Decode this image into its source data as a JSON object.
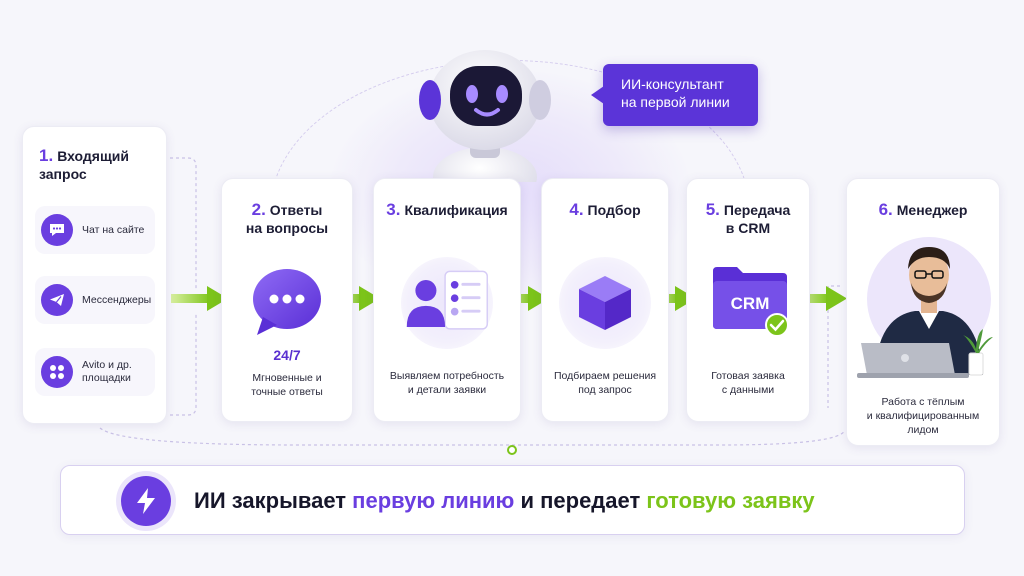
{
  "bubble": {
    "line1": "ИИ-консультант",
    "line2": "на первой линии"
  },
  "step1": {
    "num": "1.",
    "title_line1": "Входящий",
    "title_line2": "запрос",
    "channels": [
      {
        "label_line1": "Чат на сайте",
        "label_line2": "",
        "icon": "chat-icon"
      },
      {
        "label_line1": "Мессенджеры",
        "label_line2": "",
        "icon": "paper-plane-icon"
      },
      {
        "label_line1": "Avito и др.",
        "label_line2": "площадки",
        "icon": "apps-icon"
      }
    ]
  },
  "steps": [
    {
      "num": "2.",
      "title_line1": "Ответы",
      "title_line2": "на вопросы",
      "metric": "24/7",
      "desc_line1": "Мгновенные и",
      "desc_line2": "точные ответы",
      "icon": "speech-bubble-icon"
    },
    {
      "num": "3.",
      "title_line1": "Квалификация",
      "title_line2": "",
      "desc_line1": "Выявляем потребность",
      "desc_line2": "и детали заявки",
      "icon": "user-checklist-icon"
    },
    {
      "num": "4.",
      "title_line1": "Подбор",
      "title_line2": "",
      "desc_line1": "Подбираем решения",
      "desc_line2": "под запрос",
      "icon": "cube-icon"
    },
    {
      "num": "5.",
      "title_line1": "Передача",
      "title_line2": "в CRM",
      "desc_line1": "Готовая заявка",
      "desc_line2": "с данными",
      "icon": "crm-folder-icon",
      "folder_label": "CRM"
    },
    {
      "num": "6.",
      "title_line1": "Менеджер",
      "title_line2": "",
      "desc_line1": "Работа с тёплым",
      "desc_line2": "и квалифицированным",
      "desc_line3": "лидом",
      "icon": "manager-photo"
    }
  ],
  "bottom": {
    "part1": "ИИ закрывает ",
    "highlight1": "первую линию",
    "part2": " и передает ",
    "highlight2": "готовую заявку"
  },
  "colors": {
    "accent": "#6a3ee0",
    "green": "#7cc41a",
    "bubble": "#5b34d8"
  }
}
